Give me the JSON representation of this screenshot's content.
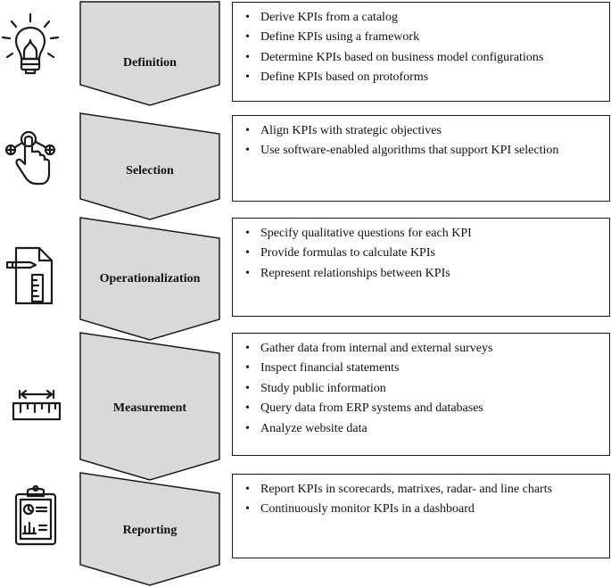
{
  "stages": [
    {
      "id": "definition",
      "name": "Definition",
      "icon": "lightbulb-icon",
      "items": [
        "Derive KPIs from a catalog",
        "Define KPIs using a framework",
        "Determine KPIs based on business model configurations",
        "Define KPIs based on protoforms"
      ]
    },
    {
      "id": "selection",
      "name": "Selection",
      "icon": "hand-select-icon",
      "items": [
        "Align KPIs with strategic objectives",
        "Use software-enabled algorithms that support KPI selection"
      ]
    },
    {
      "id": "operationalization",
      "name": "Operationalization",
      "icon": "document-ruler-icon",
      "items": [
        "Specify qualitative questions for each KPI",
        "Provide formulas to calculate KPIs",
        "Represent relationships between KPIs"
      ]
    },
    {
      "id": "measurement",
      "name": "Measurement",
      "icon": "ruler-measure-icon",
      "items": [
        "Gather data from internal and external surveys",
        "Inspect financial statements",
        "Study public information",
        "Query data from ERP systems and databases",
        "Analyze website data"
      ]
    },
    {
      "id": "reporting",
      "name": "Reporting",
      "icon": "clipboard-report-icon",
      "items": [
        "Report KPIs in scorecards, matrixes, radar- and line charts",
        "Continuously monitor KPIs in a dashboard"
      ]
    }
  ],
  "colors": {
    "chevron_fill": "#d9d9d9",
    "stroke": "#1a1a1a"
  }
}
